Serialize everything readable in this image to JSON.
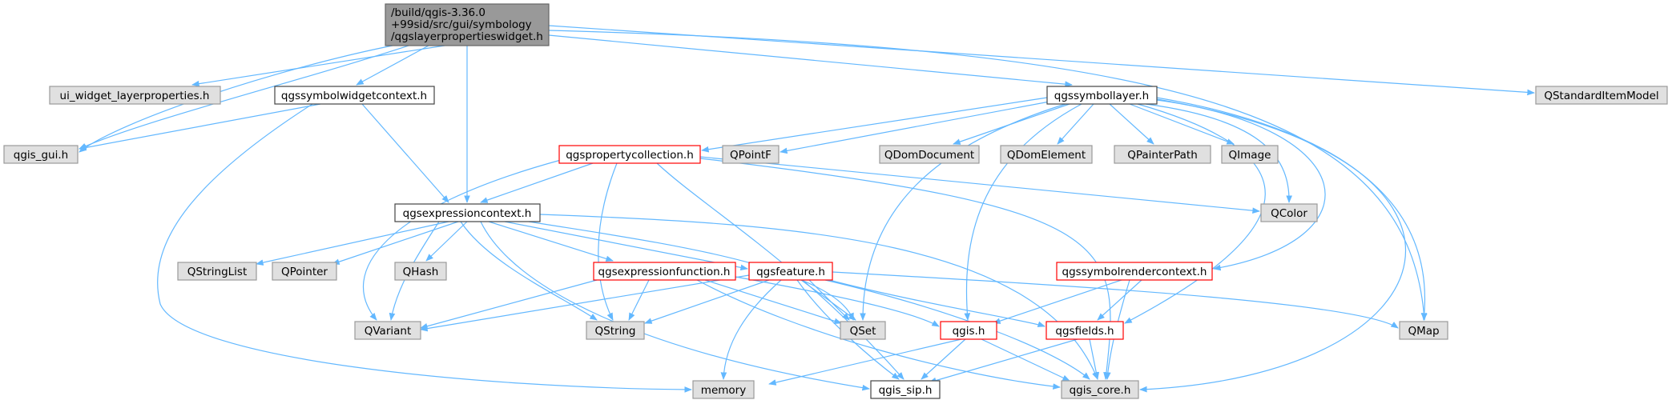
{
  "root_label_lines": [
    "/build/qgis-3.36.0",
    "+99sid/src/gui/symbology",
    "/qgslayerpropertieswidget.h"
  ],
  "nodes": {
    "ui_widget": "ui_widget_layerproperties.h",
    "symbolwidgetcontext": "qgssymbolwidgetcontext.h",
    "symbollayer": "qgssymbollayer.h",
    "standarditemmodel": "QStandardItemModel",
    "gui": "qgis_gui.h",
    "propertycollection": "qgspropertycollection.h",
    "pointf": "QPointF",
    "domdocument": "QDomDocument",
    "domelement": "QDomElement",
    "painterpath": "QPainterPath",
    "image": "QImage",
    "color": "QColor",
    "expressioncontext": "qgsexpressioncontext.h",
    "stringlist": "QStringList",
    "pointer": "QPointer",
    "hash": "QHash",
    "expressionfunction": "qgsexpressionfunction.h",
    "feature": "qgsfeature.h",
    "symbolrendercontext": "qgssymbolrendercontext.h",
    "variant": "QVariant",
    "string": "QString",
    "set": "QSet",
    "qgis": "qgis.h",
    "fields": "qgsfields.h",
    "map": "QMap",
    "memory": "memory",
    "sip": "qgis_sip.h",
    "core": "qgis_core.h"
  },
  "colors": {
    "edge": "#63b8ff",
    "root_fill": "#999999",
    "gray_fill": "#e0e0e0",
    "red_border": "#ff0000"
  }
}
